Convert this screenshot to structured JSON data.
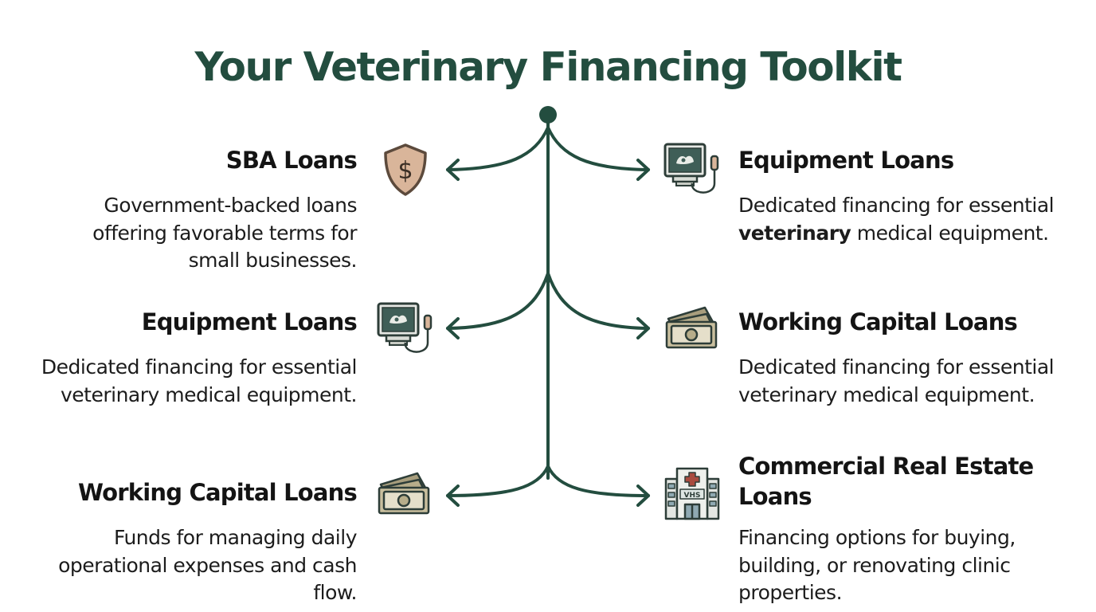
{
  "title": "Your Veterinary Financing Toolkit",
  "colors": {
    "accent": "#234d3f",
    "shield": "#d9b59a",
    "shield_stroke": "#5c4a3c",
    "money": "#b7ad8a",
    "screen": "#3f5e57"
  },
  "left": [
    {
      "title": "SBA Loans",
      "desc": "Government-backed loans offering favorable terms for small businesses.",
      "icon": "shield-dollar-icon"
    },
    {
      "title": "Equipment Loans",
      "desc": "Dedicated financing for essential veterinary medical equipment.",
      "icon": "ultrasound-monitor-icon"
    },
    {
      "title": "Working Capital Loans",
      "desc": "Funds for managing daily operational expenses and cash flow.",
      "icon": "cash-stack-icon"
    }
  ],
  "right": [
    {
      "title": "Equipment Loans",
      "desc_before": "Dedicated financing for essential ",
      "desc_bold": "veterinary",
      "desc_after": " medical equipment.",
      "icon": "ultrasound-monitor-icon"
    },
    {
      "title": "Working Capital Loans",
      "desc": "Dedicated financing for essential veterinary medical equipment.",
      "icon": "cash-stack-icon"
    },
    {
      "title": "Commercial Real Estate Loans",
      "desc": "Financing options for buying, building, or renovating clinic properties.",
      "icon": "hospital-building-icon",
      "building_sign": "VHS"
    }
  ]
}
